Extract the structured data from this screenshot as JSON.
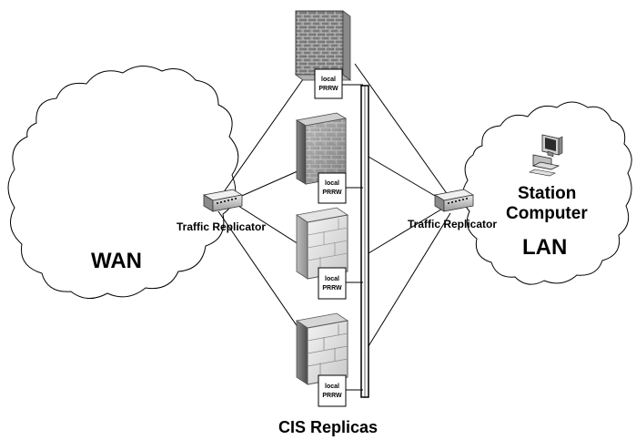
{
  "diagram": {
    "wan_label": "WAN",
    "lan_label": "LAN",
    "station_label_line1": "Station",
    "station_label_line2": "Computer",
    "left_replicator_label": "Traffic Replicator",
    "right_replicator_label": "Traffic Replicator",
    "cis_label": "CIS Replicas",
    "prrw_line1": "local",
    "prrw_line2": "PRRW",
    "replica_count": 4
  },
  "icons": {
    "replicator": "network-switch-icon",
    "firewall": "firewall-icon",
    "station": "computer-icon"
  }
}
